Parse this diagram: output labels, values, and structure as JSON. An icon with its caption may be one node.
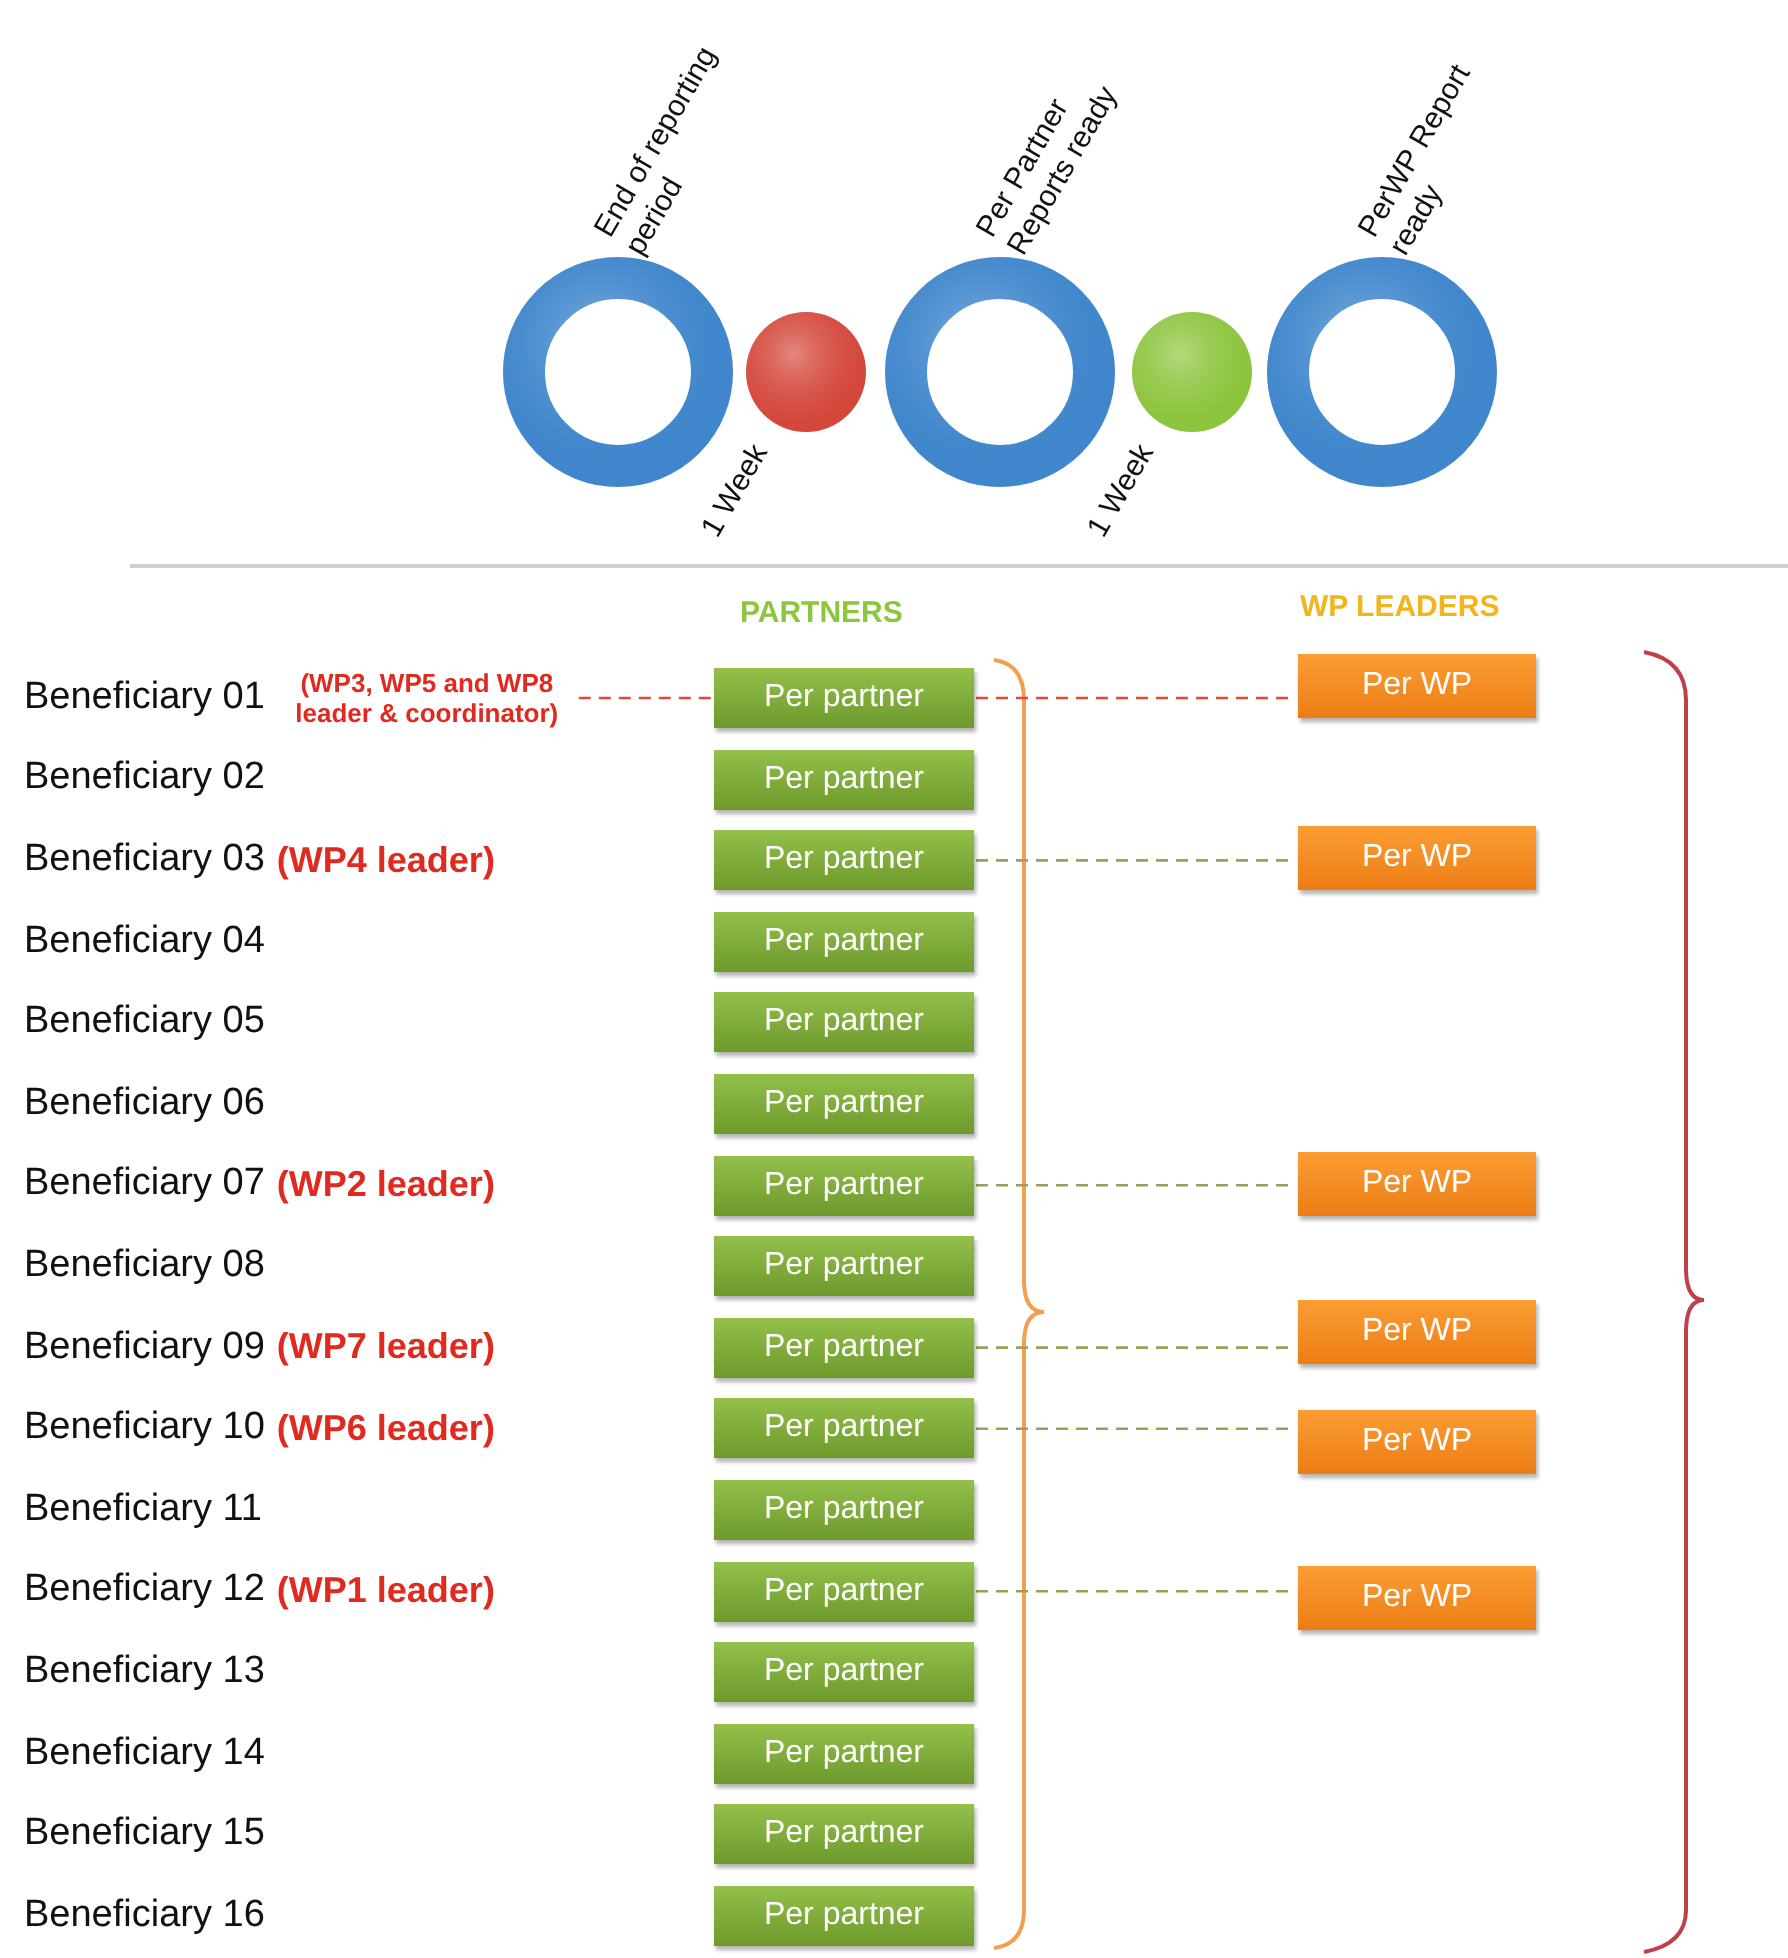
{
  "diagram": {
    "nodes": [
      {
        "text": [
          "End of reporting period"
        ]
      },
      {
        "text": [
          "1 Week"
        ]
      },
      {
        "text": [
          "Per Partner Reports ready"
        ]
      },
      {
        "text": [
          "1 Week"
        ]
      },
      {
        "text": [
          "PerWP Report ready"
        ]
      },
      {
        "text": [
          "Beneficiary 01",
          "(WP3, WP5 and WP8 leader & coordinator)"
        ]
      },
      {
        "text": [
          "Beneficiary 02"
        ]
      },
      {
        "text": [
          "Beneficiary 03",
          "(WP4 leader)"
        ]
      },
      {
        "text": [
          "Beneficiary 04"
        ]
      },
      {
        "text": [
          "Beneficiary 05"
        ]
      },
      {
        "text": [
          "Beneficiary 06"
        ]
      },
      {
        "text": [
          "Beneficiary 07",
          "(WP2 leader)"
        ]
      },
      {
        "text": [
          "Beneficiary 08"
        ]
      },
      {
        "text": [
          "Beneficiary 09",
          "(WP7 leader)"
        ]
      },
      {
        "text": [
          "Beneficiary 10",
          "(WP6 leader)"
        ]
      },
      {
        "text": [
          "Beneficiary 11"
        ]
      },
      {
        "text": [
          "Beneficiary 12",
          "(WP1 leader)"
        ]
      },
      {
        "text": [
          "Beneficiary 13"
        ]
      },
      {
        "text": [
          "Beneficiary 14"
        ]
      },
      {
        "text": [
          "Beneficiary 15"
        ]
      },
      {
        "text": [
          "Beneficiary 16"
        ]
      },
      {
        "text": [
          "Per partner"
        ]
      },
      {
        "text": [
          "Per partner"
        ]
      },
      {
        "text": [
          "Per partner"
        ]
      },
      {
        "text": [
          "Per partner"
        ]
      },
      {
        "text": [
          "Per partner"
        ]
      },
      {
        "text": [
          "Per partner"
        ]
      },
      {
        "text": [
          "Per partner"
        ]
      },
      {
        "text": [
          "Per partner"
        ]
      },
      {
        "text": [
          "Per partner"
        ]
      },
      {
        "text": [
          "Per partner"
        ]
      },
      {
        "text": [
          "Per partner"
        ]
      },
      {
        "text": [
          "Per partner"
        ]
      },
      {
        "text": [
          "Per partner"
        ]
      },
      {
        "text": [
          "Per partner"
        ]
      },
      {
        "text": [
          "Per partner"
        ]
      },
      {
        "text": [
          "Per partner"
        ]
      },
      {
        "text": [
          "Per WP"
        ]
      },
      {
        "text": [
          "Per WP"
        ]
      },
      {
        "text": [
          "Per WP"
        ]
      },
      {
        "text": [
          "Per WP"
        ]
      },
      {
        "text": [
          "Per WP"
        ]
      },
      {
        "text": [
          "Per WP"
        ]
      }
    ],
    "edges": [
      {
        "from": 5,
        "to": 21,
        "arrow": "none",
        "style": "dashed",
        "color": "#e04a3a"
      },
      {
        "from": 21,
        "to": 37,
        "arrow": "none",
        "style": "dashed",
        "color": "#e04a3a"
      },
      {
        "from": 23,
        "to": 38,
        "arrow": "none",
        "style": "dashed"
      },
      {
        "from": 27,
        "to": 39,
        "arrow": "none",
        "style": "dashed"
      },
      {
        "from": 29,
        "to": 40,
        "arrow": "none",
        "style": "dashed"
      },
      {
        "from": 30,
        "to": 41,
        "arrow": "none",
        "style": "dashed"
      },
      {
        "from": 32,
        "to": 42,
        "arrow": "none",
        "style": "dashed"
      }
    ],
    "labels": [
      "PARTNERS",
      "WP LEADERS"
    ]
  }
}
